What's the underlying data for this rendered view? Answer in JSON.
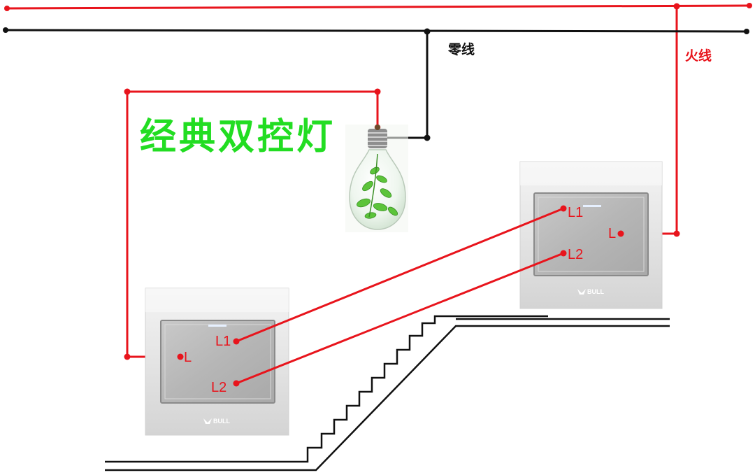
{
  "title": "经典双控灯",
  "wires": {
    "neutral_label": "零线",
    "live_label": "火线"
  },
  "switch_left": {
    "terminal_l": "L",
    "terminal_l1": "L1",
    "terminal_l2": "L2",
    "brand": "BULL"
  },
  "switch_right": {
    "terminal_l": "L",
    "terminal_l1": "L1",
    "terminal_l2": "L2",
    "brand": "BULL"
  },
  "colors": {
    "live": "#e8141c",
    "neutral": "#111111",
    "title": "#22dd22",
    "label_red": "#e8141c"
  }
}
